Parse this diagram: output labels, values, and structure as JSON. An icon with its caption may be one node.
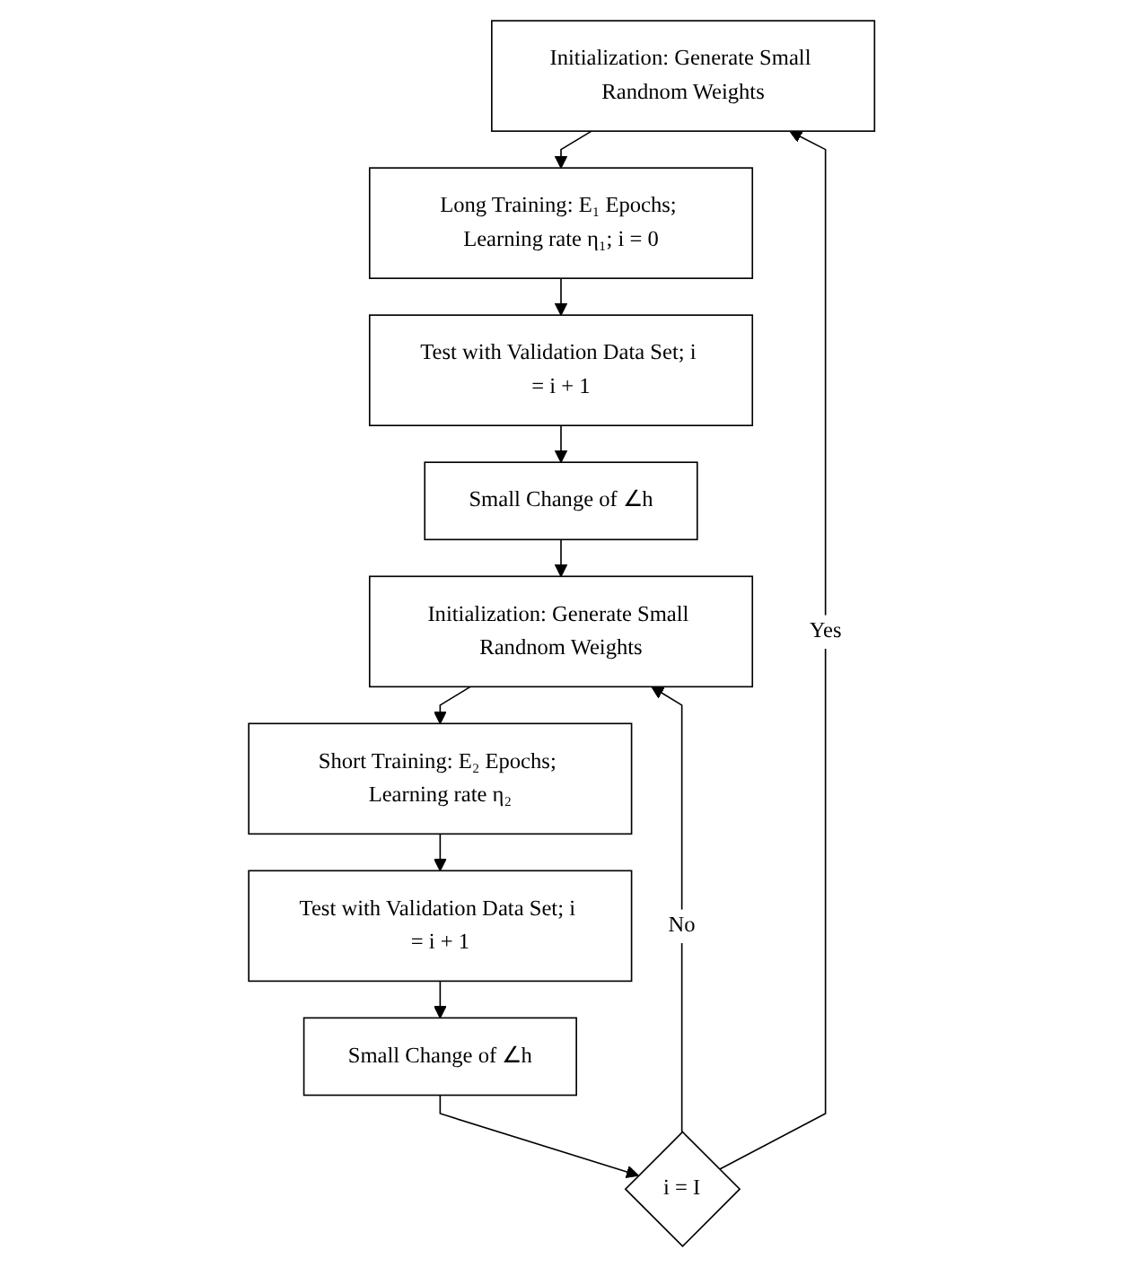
{
  "diagram": {
    "nodes": [
      {
        "text": [
          "Initialization: Generate Small Randnom Weights"
        ]
      },
      {
        "text": [
          "Long Training: E₁ Epochs; Learning rate η₁; i = 0"
        ]
      },
      {
        "text": [
          "Test with Validation Data Set; i = i + 1"
        ]
      },
      {
        "text": [
          "Small Change of ∠h"
        ]
      },
      {
        "text": [
          "Initialization: Generate Small Randnom Weights"
        ]
      },
      {
        "text": [
          "Short Training: E₂ Epochs; Learning rate η₂"
        ]
      },
      {
        "text": [
          "Test with Validation Data Set; i = i + 1"
        ]
      },
      {
        "text": [
          "Small Change of ∠h"
        ]
      },
      {
        "text": [
          "i = I"
        ]
      }
    ],
    "edges": [
      {
        "from": 0,
        "to": 1,
        "arrow": "to"
      },
      {
        "from": 1,
        "to": 2,
        "arrow": "to"
      },
      {
        "from": 2,
        "to": 3,
        "arrow": "to"
      },
      {
        "from": 3,
        "to": 4,
        "arrow": "to"
      },
      {
        "from": 4,
        "to": 5,
        "arrow": "to"
      },
      {
        "from": 5,
        "to": 6,
        "arrow": "to"
      },
      {
        "from": 6,
        "to": 7,
        "arrow": "to"
      },
      {
        "from": 7,
        "to": 8,
        "arrow": "to"
      },
      {
        "from": 8,
        "to": 4,
        "arrow": "to",
        "label": "No"
      },
      {
        "from": 8,
        "to": 0,
        "arrow": "to",
        "label": "Yes"
      }
    ]
  }
}
